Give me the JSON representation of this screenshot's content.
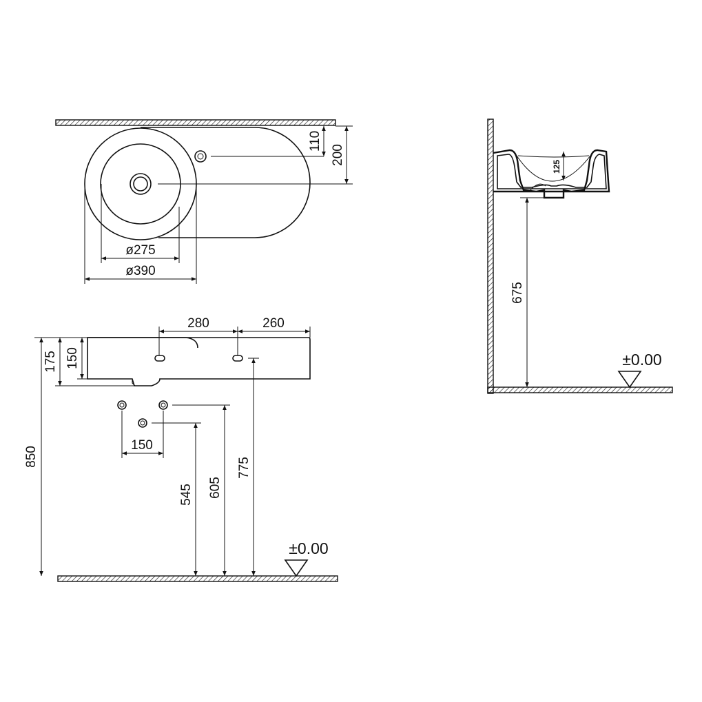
{
  "top_view": {
    "dim_inner_diameter": "ø275",
    "dim_outer_diameter": "ø390",
    "dim_tap_offset": "110",
    "dim_centre_offset": "200"
  },
  "front_view": {
    "dim_waste_distance": "280",
    "dim_tap_distance": "260",
    "dim_total_height": "175",
    "dim_bowl_height": "150",
    "dim_floor_to_rim": "850",
    "dim_supply_spacing": "150",
    "dim_waste_height": "545",
    "dim_supply_height": "605",
    "dim_tap_height": "775",
    "floor_level": "±0.00"
  },
  "side_view": {
    "dim_bowl_depth": "125",
    "dim_floor_to_base": "675",
    "floor_level": "±0.00"
  },
  "colors": {
    "line": "#111111",
    "background": "#ffffff"
  }
}
